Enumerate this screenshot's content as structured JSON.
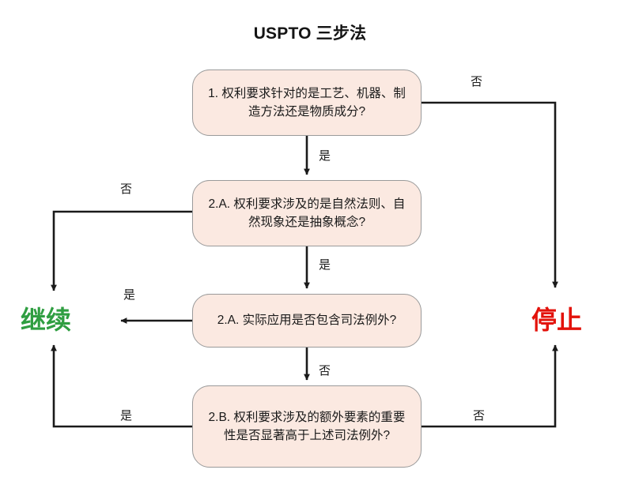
{
  "title": "USPTO 三步法",
  "colors": {
    "node_fill": "#fbe9e1",
    "node_border": "#9a9a9a",
    "edge": "#1a1a1a",
    "continue": "#2f9e41",
    "stop": "#e3120b",
    "background": "#ffffff"
  },
  "nodes": [
    {
      "id": "step-1",
      "text": "1. 权利要求针对的是工艺、机器、制造方法还是物质成分?"
    },
    {
      "id": "step-2a-exception",
      "text": "2.A. 权利要求涉及的是自然法则、自然现象还是抽象概念?"
    },
    {
      "id": "step-2a-practical",
      "text": "2.A. 实际应用是否包含司法例外?"
    },
    {
      "id": "step-2b-significance",
      "text": "2.B. 权利要求涉及的额外要素的重要性是否显著高于上述司法例外?"
    }
  ],
  "terminals": {
    "continue": "继续",
    "stop": "停止"
  },
  "edge_labels": {
    "n1_no": "否",
    "n1_yes": "是",
    "n2_no": "否",
    "n2_yes": "是",
    "n3_yes": "是",
    "n3_no": "否",
    "n4_yes": "是",
    "n4_no": "否"
  }
}
